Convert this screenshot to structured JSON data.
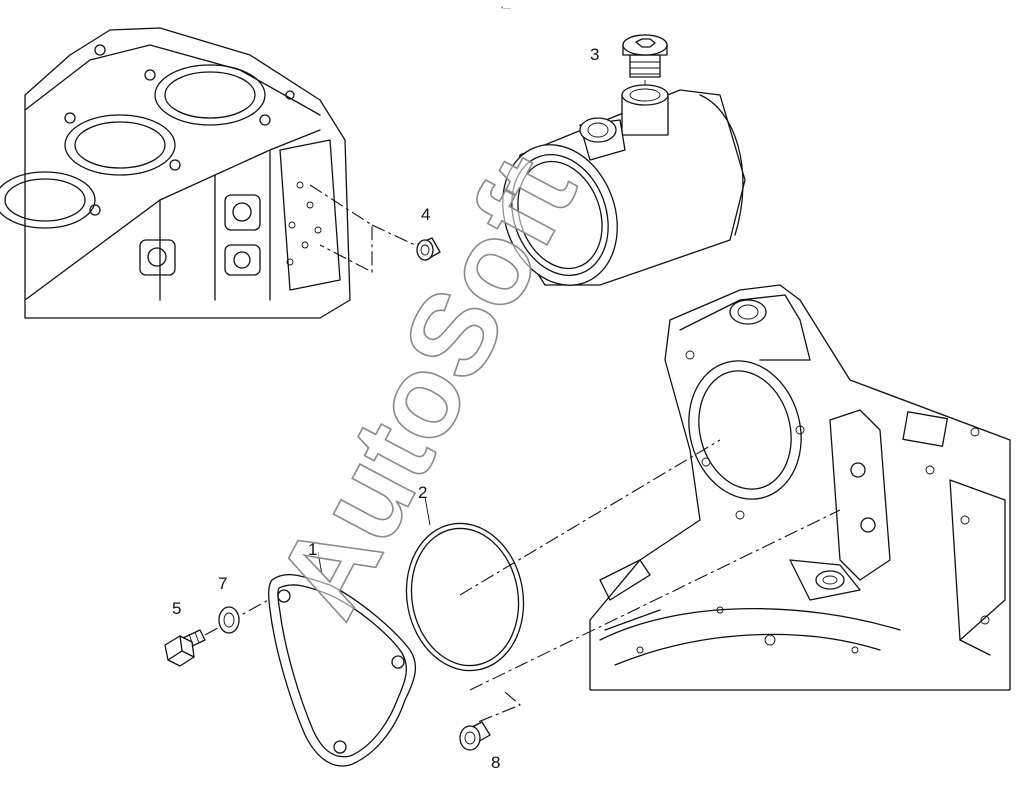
{
  "callouts": [
    {
      "id": "1",
      "label": "1"
    },
    {
      "id": "2",
      "label": "2"
    },
    {
      "id": "3",
      "label": "3"
    },
    {
      "id": "4",
      "label": "4"
    },
    {
      "id": "5",
      "label": "5"
    },
    {
      "id": "7",
      "label": "7"
    },
    {
      "id": "8",
      "label": "8"
    }
  ],
  "watermark": {
    "text": "AutoSoft"
  },
  "page_marker": {
    "text": "•—"
  }
}
